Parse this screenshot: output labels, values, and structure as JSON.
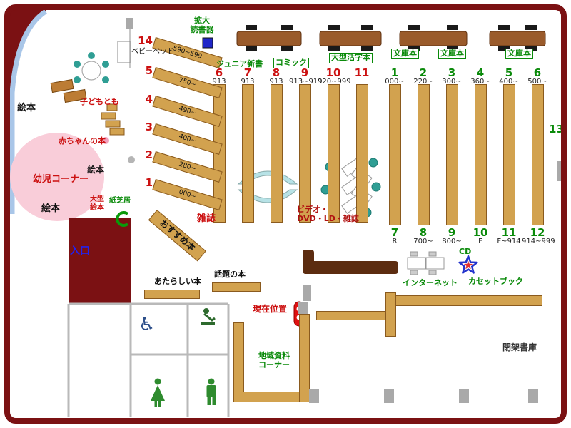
{
  "colors": {
    "wall": "#7b1113",
    "shelf_fill": "#d2a24f",
    "shelf_border": "#8a5a1e",
    "green": "#0a8a0a",
    "red": "#cc1111",
    "blue_text": "#2222ee",
    "pink_area": "#f9cdd9",
    "cyan_shelf": "#b7e2e6",
    "counter_brown": "#5c2c10",
    "curve_blue": "#a9c6e8",
    "table_brown": "#9a5b2b",
    "stool_teal": "#2f9e94",
    "marker_blue": "#2026c8",
    "marker_red": "#e01111"
  },
  "labels": {
    "magnifier": [
      "拡大",
      "読書器"
    ],
    "junior_shinsho": "ジュニア新書",
    "comic": "コミック",
    "large_print": "大型活字本",
    "bunko": [
      "文庫本",
      "文庫本",
      "文庫本"
    ],
    "magazines": "雑誌",
    "video": [
      "ビデオ・",
      "DVD・LD・雑誌"
    ],
    "recommend": "おすすめ本",
    "baby_bed": "ベビーベッド",
    "kodomo_tomo": "子どもとも",
    "baby_books": "赤ちゃんの本",
    "infant_corner": "幼児コーナー",
    "ehon": [
      "絵本",
      "絵本",
      "絵本"
    ],
    "large_ehon": [
      "大型",
      "絵本"
    ],
    "kamishibai": "紙芝居",
    "entrance": "入口",
    "new_books": "あたらしい本",
    "topic_books": "話題の本",
    "current_location": "現在位置",
    "internet": "インターネット",
    "cd": "CD",
    "cassette_book": "カセットブック",
    "closed_stacks": "閉架書庫",
    "local_corner": [
      "地域資料",
      "コーナー"
    ],
    "area13": "13"
  },
  "diagonal_shelves": [
    {
      "num": "14",
      "range": "590~599"
    },
    {
      "num": "5",
      "range": "750~"
    },
    {
      "num": "4",
      "range": "490~"
    },
    {
      "num": "3",
      "range": "400~"
    },
    {
      "num": "2",
      "range": "280~"
    },
    {
      "num": "1",
      "range": "000~"
    }
  ],
  "left_stacks": {
    "numbers": [
      "6",
      "7",
      "8",
      "9",
      "10",
      "11"
    ],
    "ranges": [
      "913",
      "913",
      "913",
      "913~919",
      "920~999",
      ""
    ]
  },
  "right_stacks_top": {
    "numbers": [
      "1",
      "2",
      "3",
      "4",
      "5",
      "6"
    ],
    "ranges": [
      "000~",
      "220~",
      "300~",
      "360~",
      "400~",
      "500~"
    ]
  },
  "right_stacks_bottom": {
    "numbers": [
      "7",
      "8",
      "9",
      "10",
      "11",
      "12"
    ],
    "ranges": [
      "R",
      "700~",
      "800~",
      "F",
      "F~914",
      "914~999"
    ]
  },
  "icons": {
    "wheelchair": "♿"
  }
}
